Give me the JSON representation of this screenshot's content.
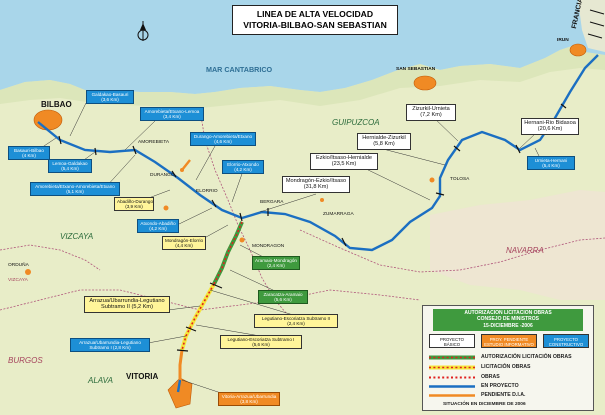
{
  "title": {
    "line1": "LINEA DE ALTA VELOCIDAD",
    "line2": "VITORIA-BILBAO-SAN SEBASTIAN"
  },
  "sea_label": "MAR CANTABRICO",
  "country_label": "FRANCIA",
  "regions": {
    "guipuzcoa": "GUIPUZCOA",
    "vizcaya": "VIZCAYA",
    "navarra": "NAVARRA",
    "alava": "ALAVA",
    "burgos": "BURGOS"
  },
  "cities": {
    "bilbao": "BILBAO",
    "san_sebastian": "SAN SEBASTIAN",
    "irun": "IRUN",
    "vitoria": "VITORIA"
  },
  "towns": {
    "amorebieta": "AMOREBIETA",
    "durango": "DURANGO",
    "elorrio": "ELORRIO",
    "bergara": "BERGARA",
    "mondragon": "MONDRAGON",
    "zumarraga": "ZUMARRAGA",
    "tolosa": "TOLOSA",
    "orduna": "ORDUÑA",
    "vizcaya_small": "VIZCAYA"
  },
  "sections": {
    "galdakao_basauri": {
      "line1": "Galdakao-Basauri",
      "line2": "(3,6 Km)",
      "status": "en proyecto"
    },
    "amorebieta_lemoa": {
      "line1": "Amorebieta/Etxano-Lemoa",
      "line2": "(3,4 Km)",
      "status": "en proyecto"
    },
    "durango_amorebieta": {
      "line1": "Durango-Amorebieta/Etxano",
      "line2": "(4,6 Km)",
      "status": "en proyecto"
    },
    "basauri_bilbao": {
      "line1": "Basauri-Bilbao",
      "line2": "(4 Km)",
      "status": "en proyecto"
    },
    "lemoa_galdakao": {
      "line1": "Lemoa-Galdakao",
      "line2": "(5,4 Km)",
      "status": "en proyecto"
    },
    "amorebieta_amorebieta": {
      "line1": "Amorebieta/Etxano-Amorebieta/Etxano",
      "line2": "(5,1 Km)",
      "status": "en proyecto"
    },
    "elorrio_atxondo": {
      "line1": "Elorrio-Atxondo",
      "line2": "(4,2 Km)",
      "status": "en proyecto"
    },
    "abadino_durango": {
      "line1": "Abadiño-Durango",
      "line2": "(3,9 Km)",
      "status": "proyecto basico"
    },
    "atxondo_abadino": {
      "line1": "Atxondo-Abadiño",
      "line2": "(4,2 Km)",
      "status": "en proyecto"
    },
    "mondragon_elorrio": {
      "line1": "Mondragón-Elorrio",
      "line2": "(4,4 Km)",
      "status": "proyecto basico"
    },
    "aramaio_mondragon": {
      "line1": "Aramaio-Mondragón",
      "line2": "(2,4 Km)",
      "status": "autorizacion licitacion obras"
    },
    "mondragon_ezkio": {
      "line1": "Mondragón-Ezkio/Itsaso",
      "line2": "(31,8 Km)",
      "status": "proyecto basico"
    },
    "ezkio_hernialde": {
      "line1": "Ezkio/Itsaso-Hernialde",
      "line2": "(23,5 Km)",
      "status": "proyecto basico"
    },
    "hernialde_zizurkil": {
      "line1": "Hernialde-Zizurkil",
      "line2": "(5,8 Km)",
      "status": "proyecto basico"
    },
    "zizurkil_urnieta": {
      "line1": "Zizurkil-Urnieta",
      "line2": "(7,2 Km)",
      "status": "proyecto basico"
    },
    "hernani_rio_bidasoa": {
      "line1": "Hernani-Rio Bidasoa",
      "line2": "(20,6 Km)",
      "status": "proyecto basico"
    },
    "urnieta_hernani": {
      "line1": "Urnieta-Hernani",
      "line2": "(5,4 Km)",
      "status": "en proyecto"
    },
    "zaracatza_aramaio": {
      "line1": "Zaracatza-Aramaio",
      "line2": "(5,6 Km)",
      "status": "autorizacion licitacion obras"
    },
    "arrazua_legutiano": {
      "line1": "Arrazua/Ubarrundia-Legutiano",
      "line2": "Subtramo II  (5,2 Km)",
      "status": "proyecto basico"
    },
    "legutiano_escoriatza_2": {
      "line1": "Legutiano-Escoriatza Subtramo II",
      "line2": "(2,4 Km)",
      "status": "proyecto basico"
    },
    "legutiano_escoriatza_1": {
      "line1": "Legutiano-Escoriatza Subtramo I",
      "line2": "(5,6 Km)",
      "status": "proyecto basico"
    },
    "arrazua_legutiano_1": {
      "line1": "Arrazua/Ubarrundia-Legutiano",
      "line2": "Subtramo I  (2,8 Km)",
      "status": "en proyecto"
    },
    "vitoria_arrazua": {
      "line1": "Vitoria-Arrazua/Ubarrundia",
      "line2": "(3,8 Km)",
      "status": "proyecto constructivo"
    }
  },
  "legend": {
    "header": {
      "line1": "AUTORIZACION LICITACION OBRAS",
      "line2": "CONSEJO DE MINISTROS",
      "line3": "15-DICIEMBRE -2006"
    },
    "boxes": [
      {
        "line1": "PROYECTO",
        "line2": "BÁSICO",
        "color": "#ffffff"
      },
      {
        "line1": "PROY. PENDIENTE",
        "line2": "ESTUDIO INFORMATIVO",
        "color": "#f08a24"
      },
      {
        "line1": "PROYECTO",
        "line2": "CONSTRUCTIVO",
        "color": "#1d8fd6"
      }
    ],
    "items": [
      {
        "label": "AUTORIZACIÓN LICITACIÓN OBRAS",
        "style": "green-dotted-red"
      },
      {
        "label": "LICITACIÓN OBRAS",
        "style": "yellow-dotted-red"
      },
      {
        "label": "OBRAS",
        "style": "red-dotted"
      },
      {
        "label": "EN PROYECTO",
        "style": "blue"
      },
      {
        "label": "PENDIENTE D.I.A.",
        "style": "orange"
      }
    ],
    "footer": "SITUACIÓN EN DICIEMBRE DE 2006"
  },
  "colors": {
    "sea": "#a9d6ea",
    "land": "#e8edc8",
    "route_blue": "#1b6fc2",
    "route_green": "#3f9a3e",
    "route_red": "#e02020",
    "route_yellow": "#f5e63a",
    "route_orange": "#f08a24",
    "city": "#f08a24"
  }
}
